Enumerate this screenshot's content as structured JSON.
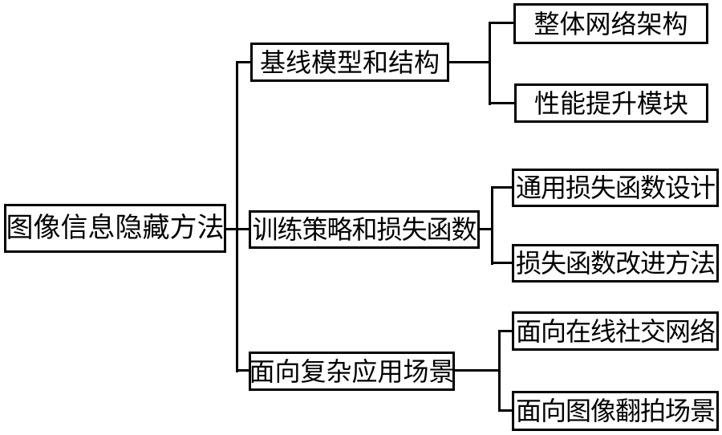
{
  "figure": {
    "type": "tree-diagram",
    "background_color": "#ffffff",
    "line_color": "#000000",
    "text_color": "#000000"
  },
  "tree": {
    "root": {
      "label": "图像信息隐藏方法"
    },
    "branches": [
      {
        "label": "基线模型和结构",
        "children": [
          {
            "label": "整体网络架构"
          },
          {
            "label": "性能提升模块"
          }
        ]
      },
      {
        "label": "训练策略和损失函数",
        "children": [
          {
            "label": "通用损失函数设计"
          },
          {
            "label": "损失函数改进方法"
          }
        ]
      },
      {
        "label": "面向复杂应用场景",
        "children": [
          {
            "label": "面向在线社交网络"
          },
          {
            "label": "面向图像翻拍场景"
          }
        ]
      }
    ]
  }
}
